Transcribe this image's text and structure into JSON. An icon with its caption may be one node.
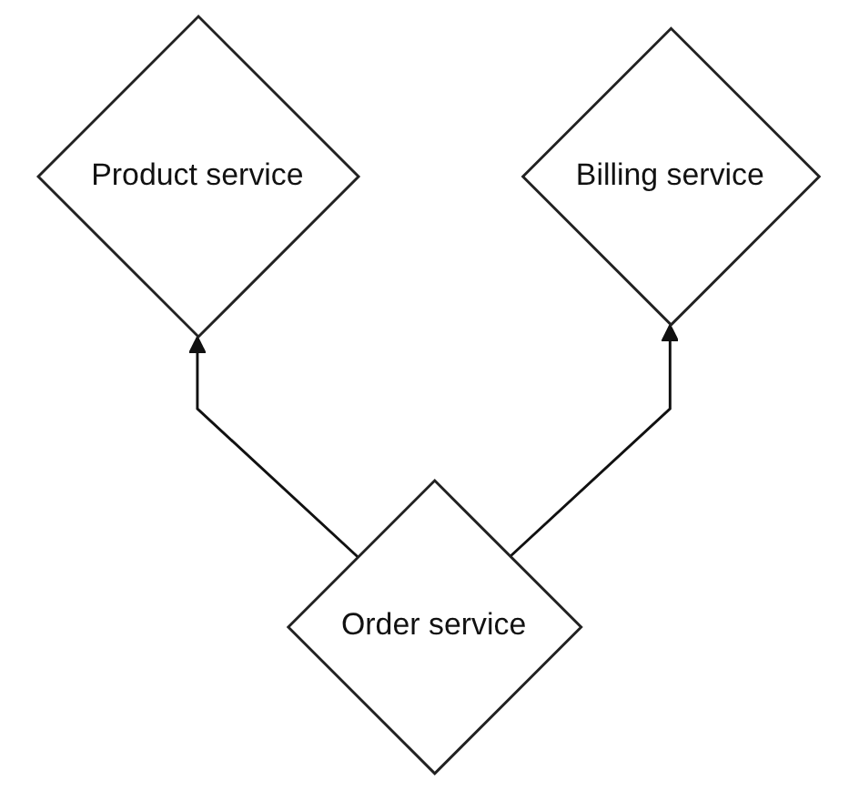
{
  "diagram": {
    "nodes": [
      {
        "text": [
          "Product service"
        ]
      },
      {
        "text": [
          "Billing service"
        ]
      },
      {
        "text": [
          "Order service"
        ]
      }
    ],
    "edges": [
      {
        "from": 2,
        "to": 0,
        "arrow": "to"
      },
      {
        "from": 2,
        "to": 1,
        "arrow": "to"
      }
    ]
  }
}
